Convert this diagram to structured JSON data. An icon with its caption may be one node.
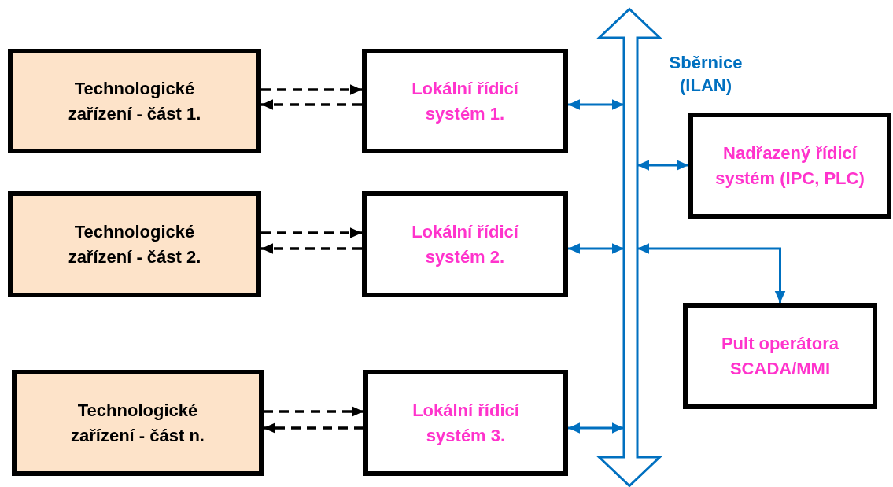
{
  "diagram": {
    "nodes": [
      {
        "text": [
          "Technologické zařízení - část 1."
        ]
      },
      {
        "text": [
          "Lokální řídicí systém 1."
        ]
      },
      {
        "text": [
          "Technologické zařízení - část 2."
        ]
      },
      {
        "text": [
          "Lokální řídicí systém 2."
        ]
      },
      {
        "text": [
          "Technologické zařízení - část n."
        ]
      },
      {
        "text": [
          "Lokální řídicí systém 3."
        ]
      },
      {
        "text": [],
        "shape": "bar",
        "beside": [
          "Sběrnice (ILAN)"
        ]
      },
      {
        "text": [
          "Nadřazený řídicí systém (IPC, PLC)"
        ]
      },
      {
        "text": [
          "Pult operátora SCADA/MMI"
        ]
      }
    ],
    "edges": [
      {
        "from": 0,
        "to": 1,
        "arrow": "to",
        "style": "dashed"
      },
      {
        "from": 1,
        "to": 0,
        "arrow": "to",
        "style": "dashed"
      },
      {
        "from": 2,
        "to": 3,
        "arrow": "to",
        "style": "dashed"
      },
      {
        "from": 3,
        "to": 2,
        "arrow": "to",
        "style": "dashed"
      },
      {
        "from": 4,
        "to": 5,
        "arrow": "to",
        "style": "dashed"
      },
      {
        "from": 5,
        "to": 4,
        "arrow": "to",
        "style": "dashed"
      },
      {
        "from": 1,
        "to": 6,
        "arrow": "both",
        "color": "#0070c0"
      },
      {
        "from": 6,
        "to": 7,
        "arrow": "both",
        "color": "#0070c0"
      },
      {
        "from": 3,
        "to": 6,
        "arrow": "both",
        "color": "#0070c0"
      },
      {
        "from": 6,
        "to": 8,
        "arrow": "both",
        "color": "#0070c0"
      },
      {
        "from": 5,
        "to": 6,
        "arrow": "both",
        "color": "#0070c0"
      }
    ]
  }
}
